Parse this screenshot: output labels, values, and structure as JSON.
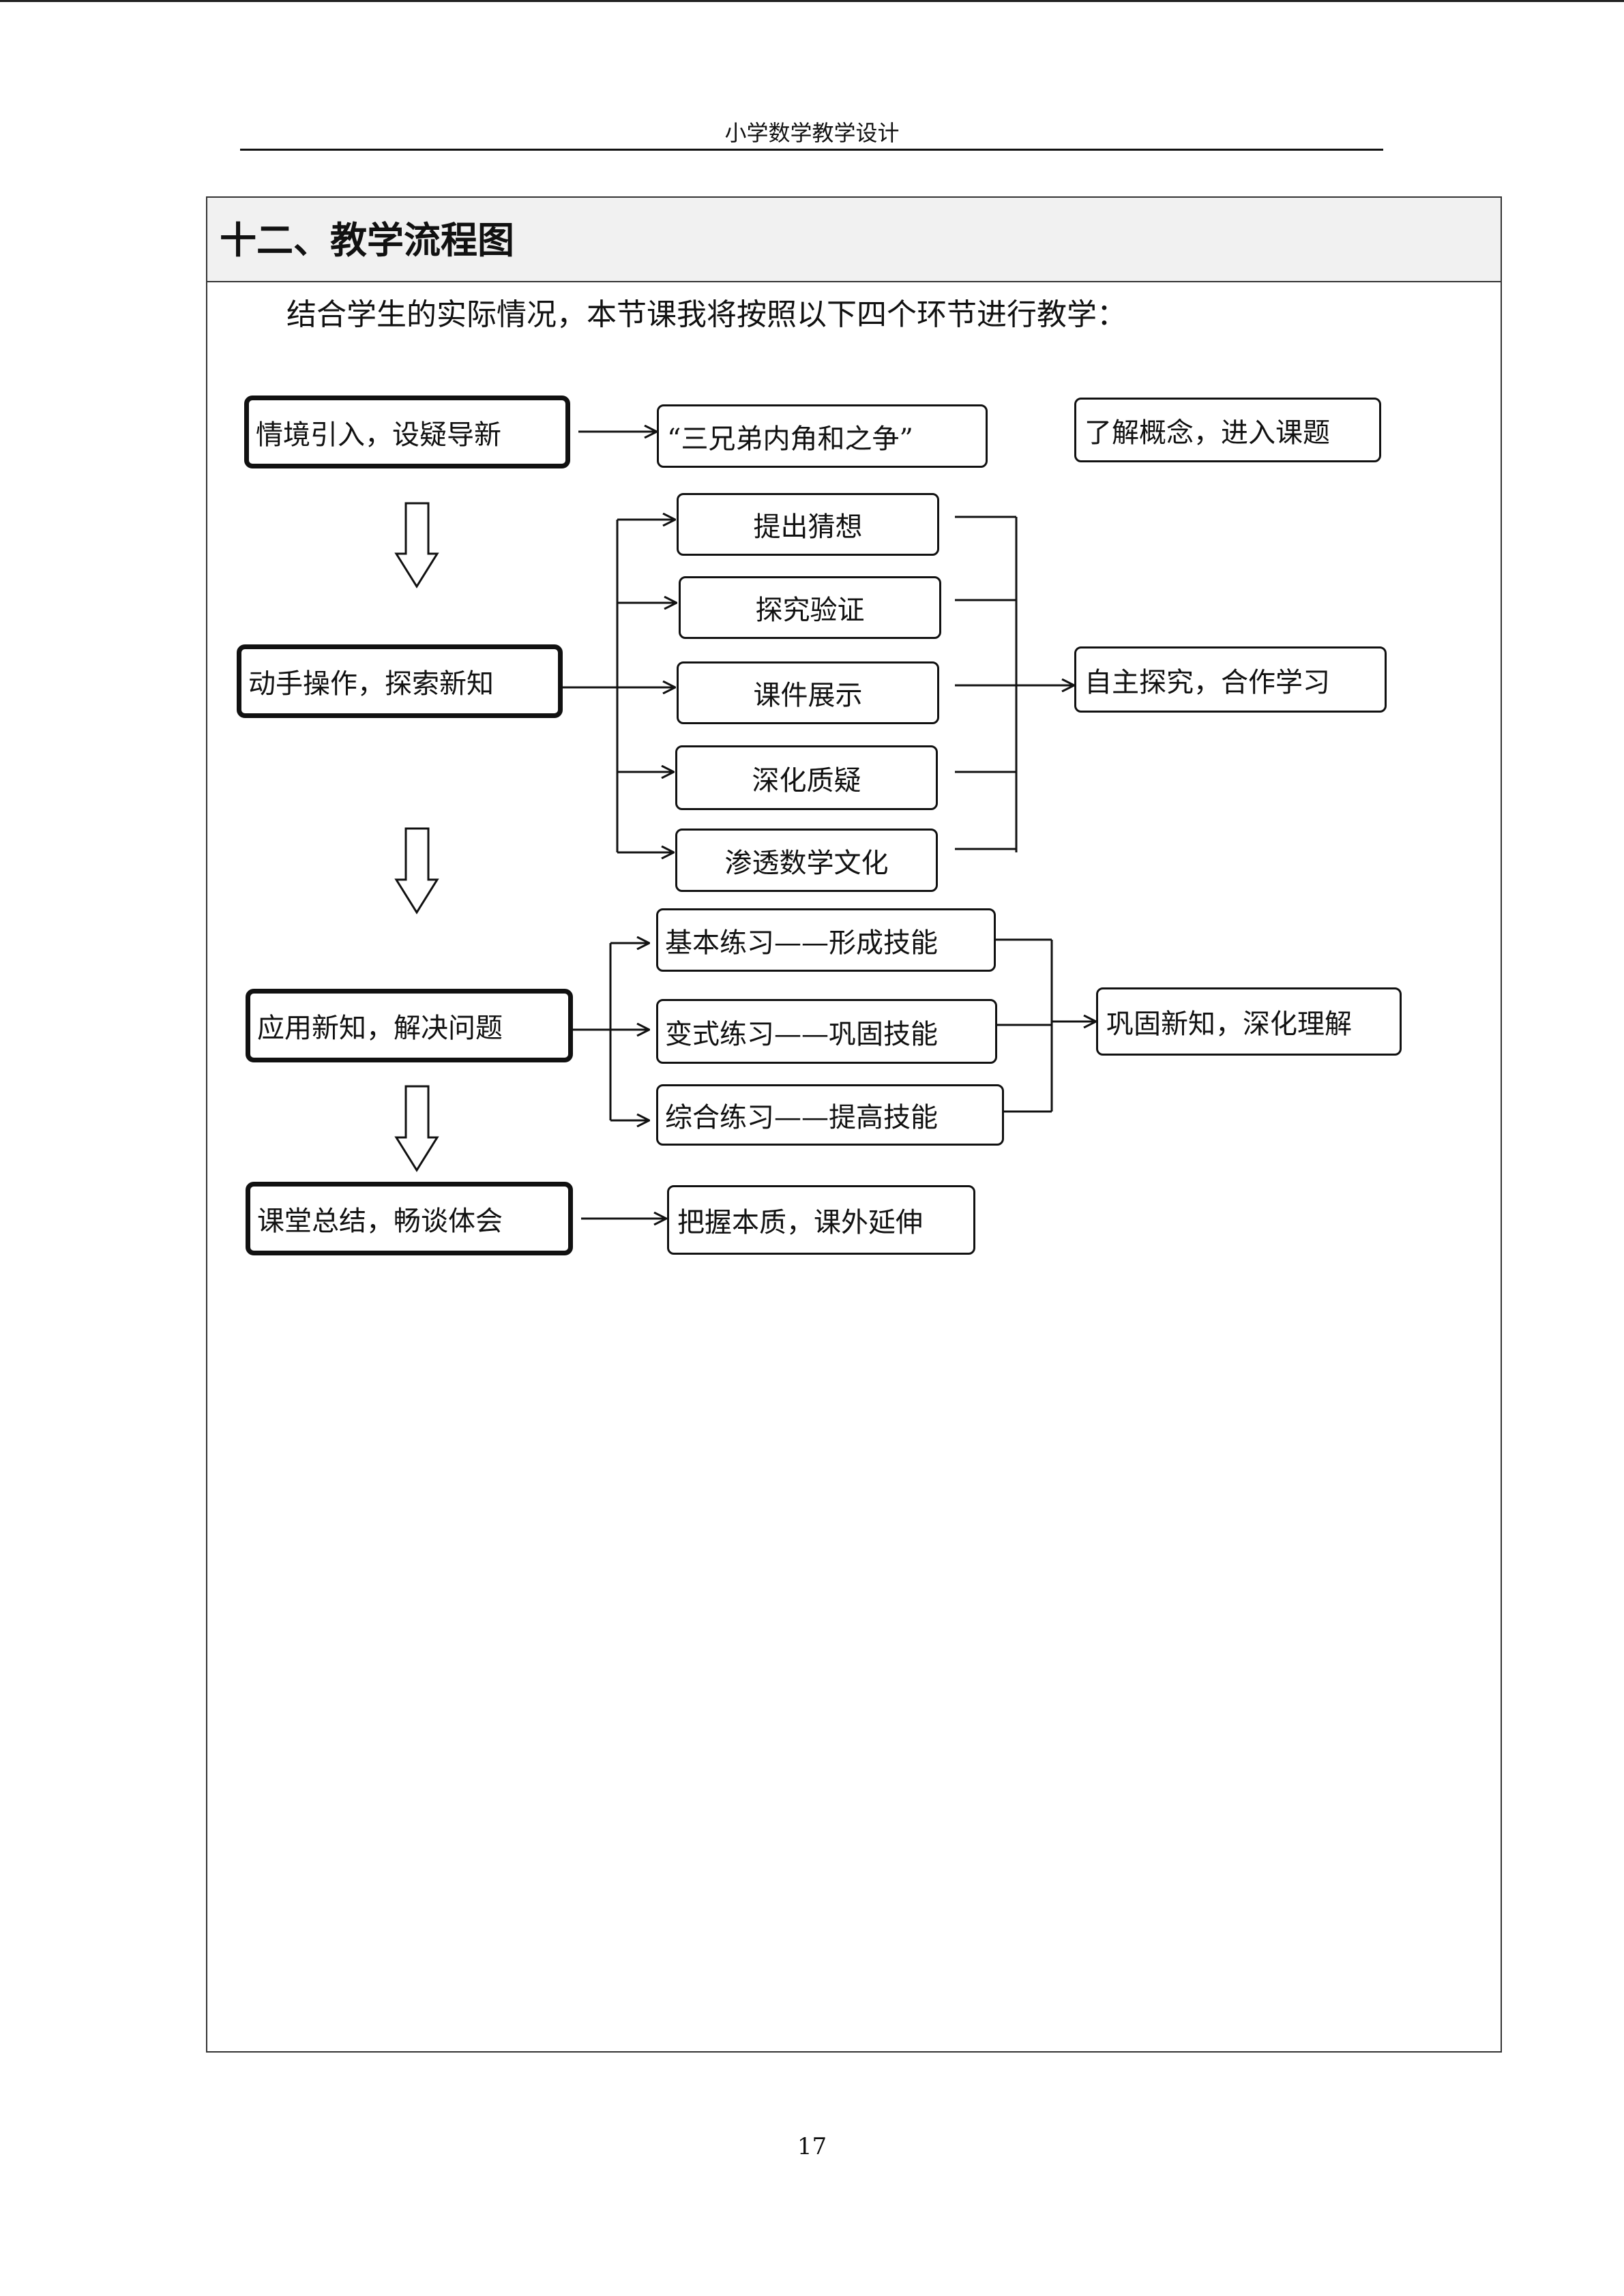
{
  "header": {
    "title": "小学数学教学设计"
  },
  "section": {
    "title": "十二、教学流程图"
  },
  "intro": "结合学生的实际情况，本节课我将按照以下四个环节进行教学：",
  "flow": {
    "stage1": {
      "label": "情境引入，设疑导新",
      "activity": "“三兄弟内角和之争”",
      "goal": "了解概念，进入课题"
    },
    "stage2": {
      "label": "动手操作，探索新知",
      "steps": [
        "提出猜想",
        "探究验证",
        "课件展示",
        "深化质疑",
        "渗透数学文化"
      ],
      "goal": "自主探究，合作学习"
    },
    "stage3": {
      "label": "应用新知，解决问题",
      "steps": [
        "基本练习——形成技能",
        "变式练习——巩固技能",
        "综合练习——提高技能"
      ],
      "goal": "巩固新知，深化理解"
    },
    "stage4": {
      "label": "课堂总结，畅谈体会",
      "activity": "把握本质，课外延伸"
    }
  },
  "page_number": "17"
}
